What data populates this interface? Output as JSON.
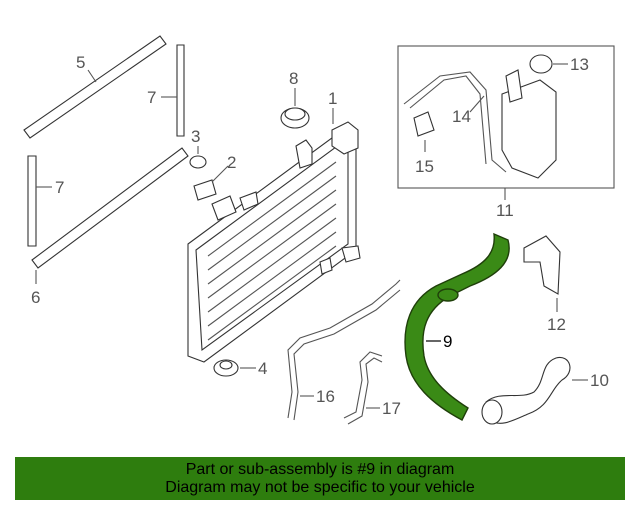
{
  "diagram": {
    "highlight_color": "#3a8a16",
    "callouts": {
      "c1": "1",
      "c2": "2",
      "c3": "3",
      "c4": "4",
      "c5": "5",
      "c6": "6",
      "c7a": "7",
      "c7b": "7",
      "c8": "8",
      "c9": "9",
      "c10": "10",
      "c11": "11",
      "c12": "12",
      "c13": "13",
      "c14": "14",
      "c15": "15",
      "c16": "16",
      "c17": "17"
    }
  },
  "banner": {
    "line1": "Part or sub-assembly is #9 in diagram",
    "line2": "Diagram may not be specific to your vehicle",
    "color": "#2e7d0e"
  }
}
